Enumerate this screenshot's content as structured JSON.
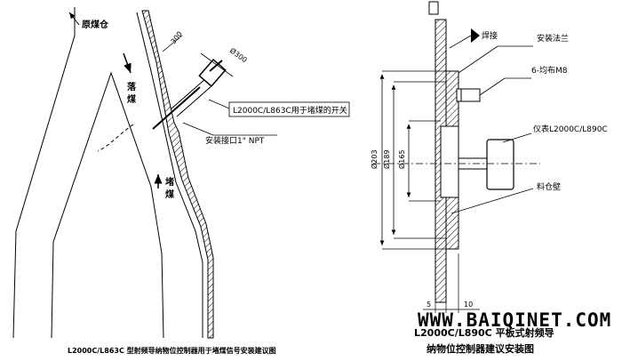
{
  "left_drawing": {
    "labels": {
      "raw_coal_bin": "原煤仓",
      "falling_coal_1": "落",
      "falling_coal_2": "煤",
      "blocked_coal_1": "堵",
      "blocked_coal_2": "煤",
      "dim_300_a": "300",
      "dim_300_b": "Ø300",
      "switch_note": "L2000C/L863C用于堵煤的开关",
      "mount_port": "安装接口1\" NPT"
    },
    "caption": "L2000C/L863C 型射频导纳物位控制器用于堵煤信号安装建议图"
  },
  "right_drawing": {
    "labels": {
      "weld": "焊接",
      "flange": "安装法兰",
      "bolts": "6-均布M8",
      "instrument": "仪表L2000C/L890C",
      "bin_wall": "料仓壁",
      "d203": "Ø203",
      "d189": "Ø189",
      "d165": "Ø165",
      "dim_5": "5",
      "dim_10": "10"
    },
    "caption_line1": "L2000C/L890C 平板式射频导",
    "caption_line2": "纳物位控制器建议安装图"
  },
  "watermark": "WWW.BAIQINET.COM",
  "colors": {
    "line": "#000000",
    "background": "#ffffff"
  }
}
